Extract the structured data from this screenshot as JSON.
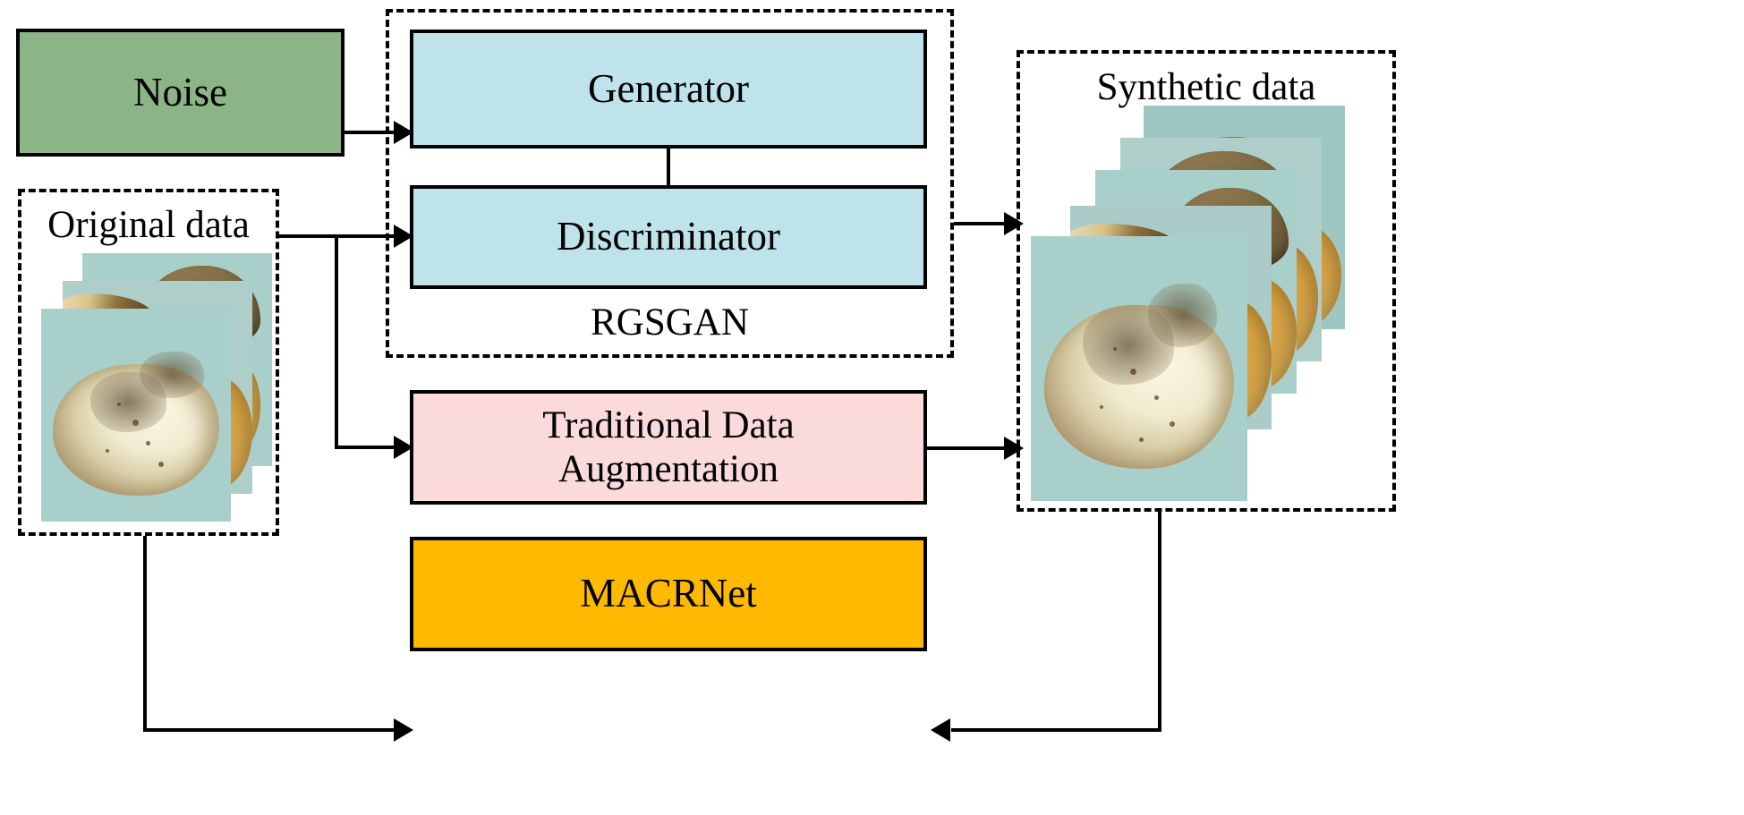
{
  "figure": {
    "type": "pipeline-diagram",
    "background_color": "#FFFFFF"
  },
  "nodes": {
    "noise": {
      "label": "Noise",
      "fill": "#8CB587",
      "border": "#000000",
      "shape": "rectangle"
    },
    "generator": {
      "label": "Generator",
      "fill": "#BFE3EB",
      "border": "#000000",
      "shape": "rectangle"
    },
    "discriminator": {
      "label": "Discriminator",
      "fill": "#BFE3EB",
      "border": "#000000",
      "shape": "rectangle"
    },
    "traditional_augmentation": {
      "label_line1": "Traditional Data",
      "label_line2": "Augmentation",
      "fill": "#FBDADC",
      "border": "#000000",
      "shape": "rectangle"
    },
    "macrnet": {
      "label": "MACRNet",
      "fill": "#FFBA00",
      "border": "#000000",
      "shape": "rectangle"
    }
  },
  "groups": {
    "rgsgan": {
      "label": "RGSGAN",
      "border_style": "dashed",
      "border_color": "#000000"
    },
    "original_data": {
      "label": "Original data",
      "border_style": "dashed",
      "border_color": "#000000",
      "image_count": 3
    },
    "synthetic_data": {
      "label": "Synthetic data",
      "border_style": "dashed",
      "border_color": "#000000",
      "image_count": 5
    }
  },
  "edges": [
    {
      "from": "noise",
      "to": "generator",
      "style": "solid-arrow"
    },
    {
      "from": "original_data",
      "to": "discriminator",
      "style": "solid-arrow"
    },
    {
      "from": "original_data",
      "to": "traditional_augmentation",
      "style": "solid-arrow"
    },
    {
      "from": "original_data",
      "to": "macrnet",
      "style": "solid-arrow"
    },
    {
      "from": "generator",
      "to": "discriminator",
      "style": "plain-link"
    },
    {
      "from": "rgsgan",
      "to": "synthetic_data",
      "style": "solid-arrow"
    },
    {
      "from": "traditional_augmentation",
      "to": "synthetic_data",
      "style": "solid-arrow"
    },
    {
      "from": "synthetic_data",
      "to": "macrnet",
      "style": "solid-arrow"
    }
  ],
  "palette": {
    "photo_background": "#A9CFCB",
    "line_color": "#000000",
    "text_color": "#000000"
  }
}
